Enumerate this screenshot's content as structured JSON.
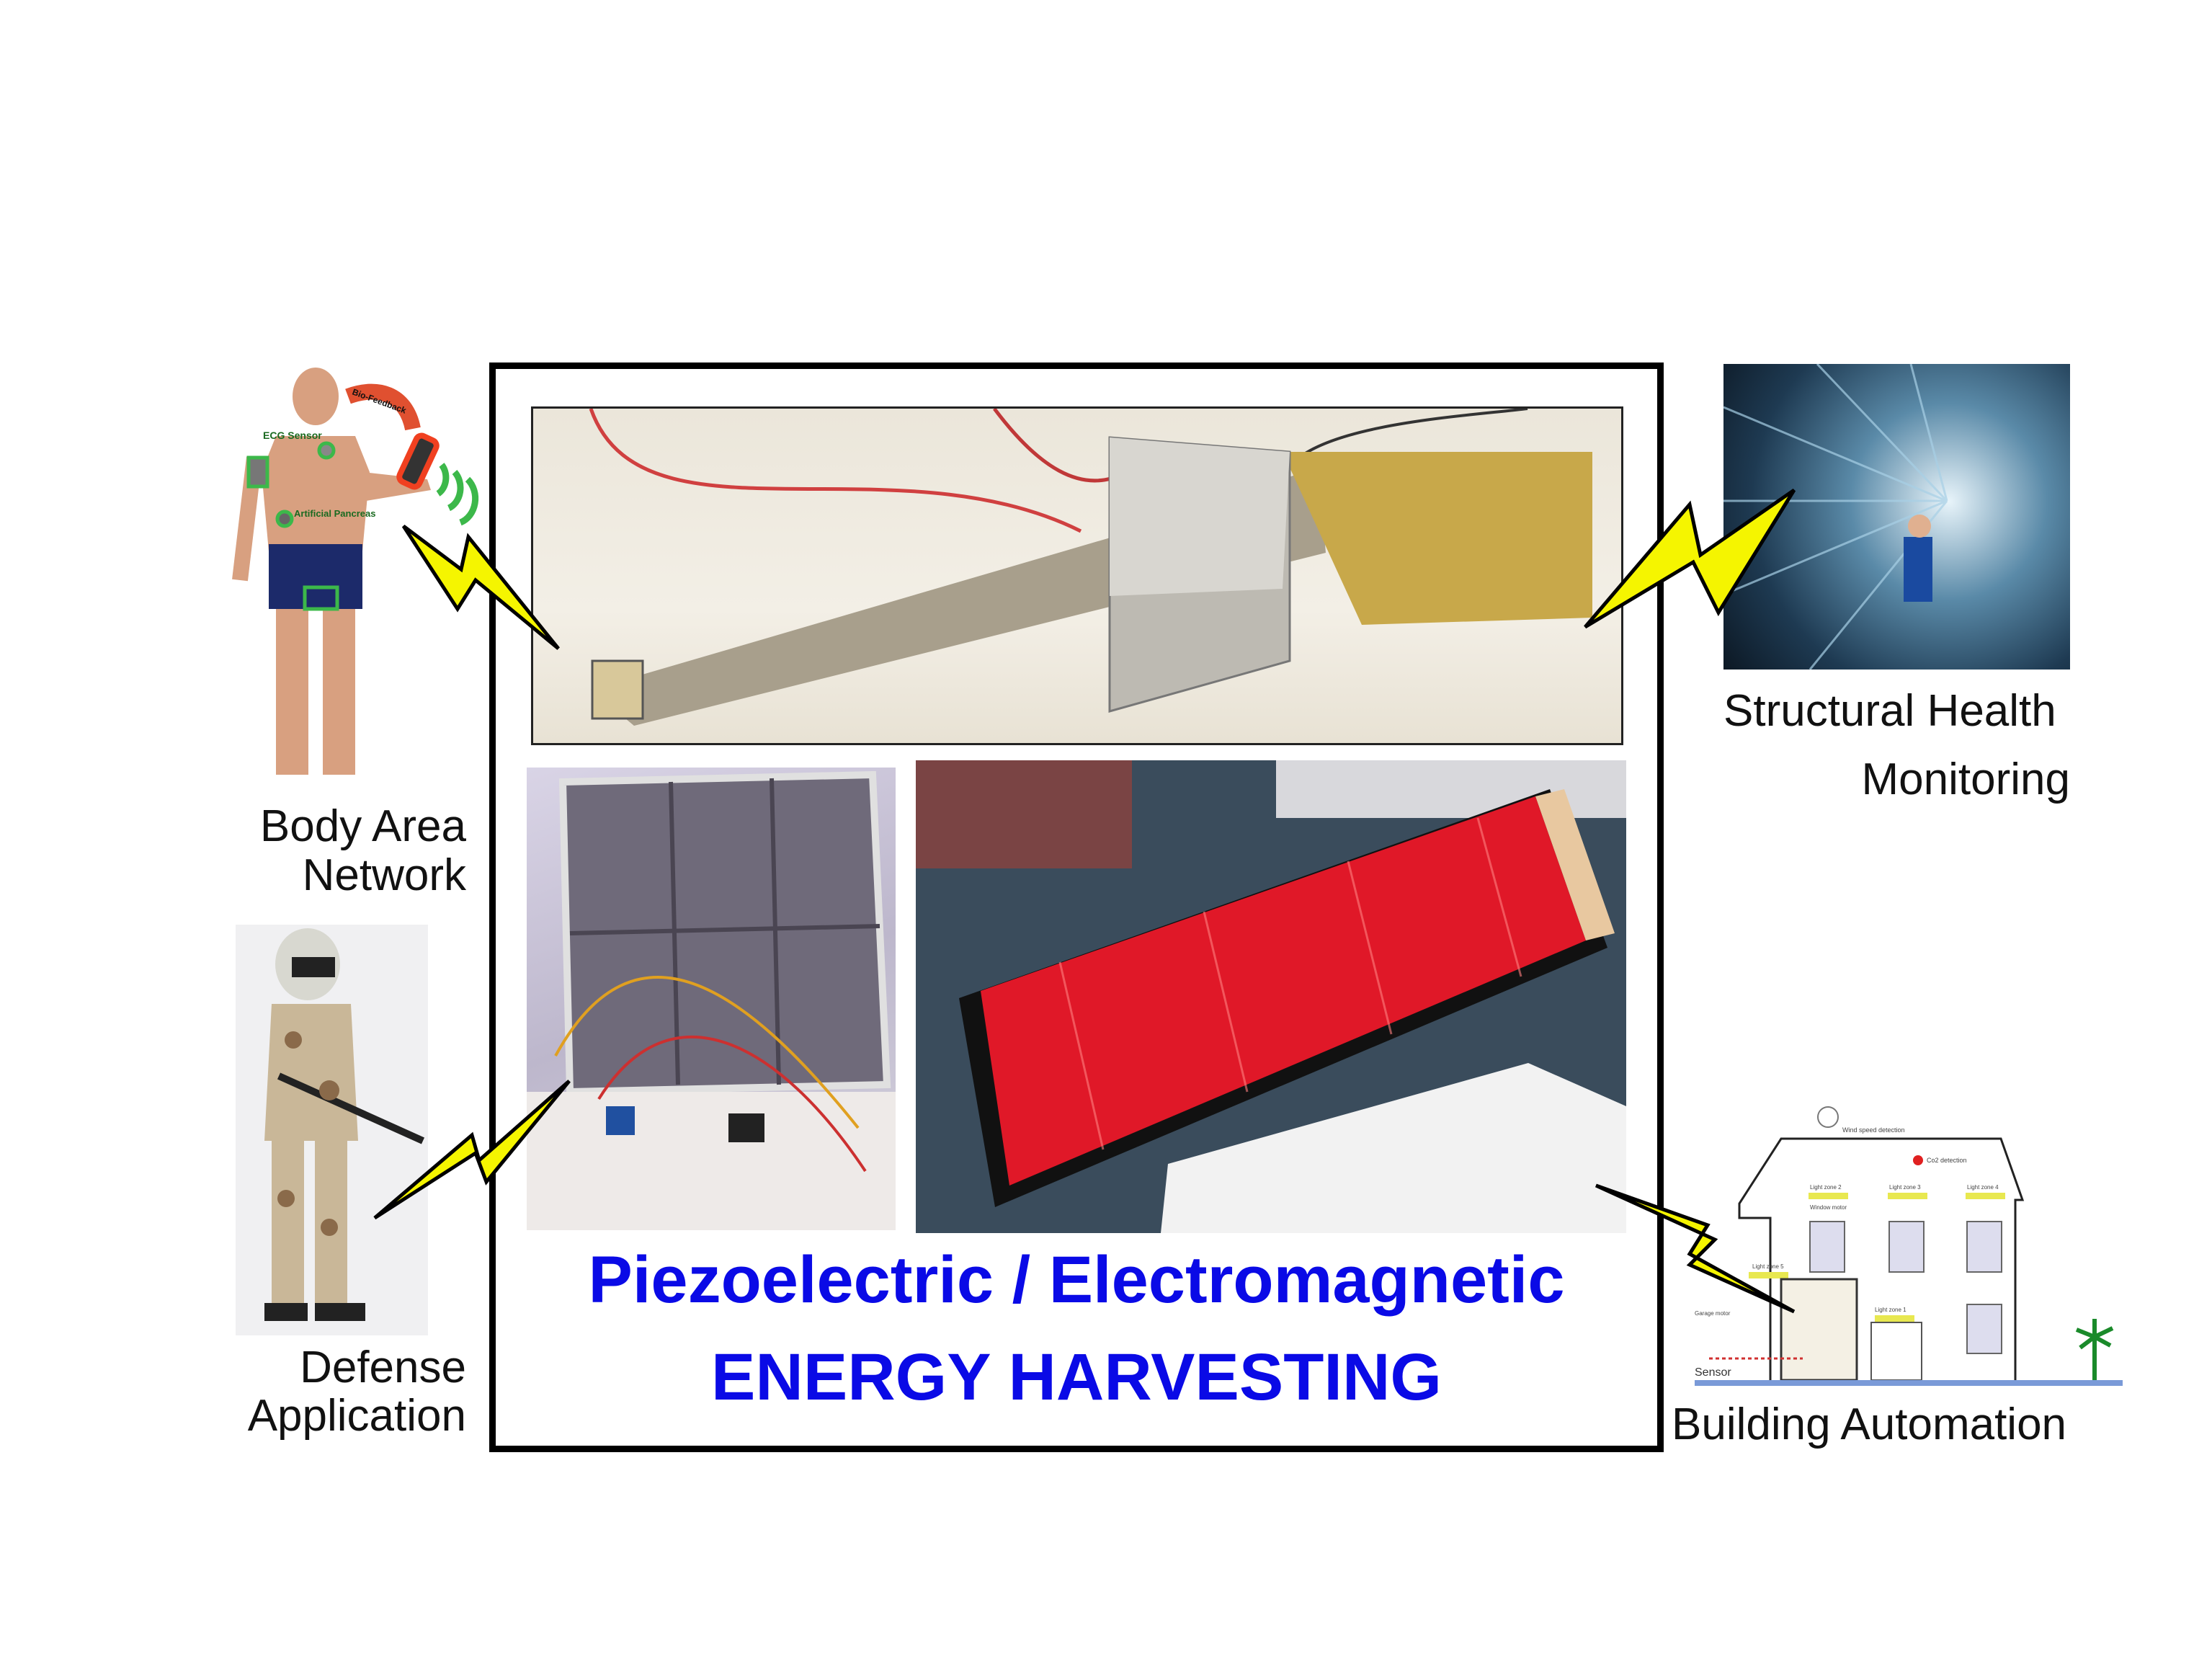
{
  "center": {
    "title_line1": "Piezoelectric / Electromagnetic",
    "title_line2": "ENERGY HARVESTING"
  },
  "applications": {
    "body_area": {
      "line1": "Body Area",
      "line2": "Network",
      "annotations": [
        "ECG Sensor",
        "Artificial Pancreas",
        "Bio-Feedback"
      ]
    },
    "defense": {
      "line1": "Defense",
      "line2": "Application"
    },
    "structural": {
      "line1": "Structural Health",
      "line2": "Monitoring"
    },
    "building": {
      "label": "Building  Automation",
      "annotations": {
        "wind": "Wind speed detection",
        "co2": "Co2 detection",
        "lz1": "Light zone 1",
        "lz2": "Light zone 2",
        "lz3": "Light zone 3",
        "lz4": "Light zone 4",
        "lz5": "Light zone 5",
        "wm": "Window motor",
        "garage": "Garage motor",
        "sensor": "Sensor"
      }
    }
  },
  "colors": {
    "title": "#0a0ae6",
    "bolt": "#f5f500",
    "coil": "#e01828"
  }
}
